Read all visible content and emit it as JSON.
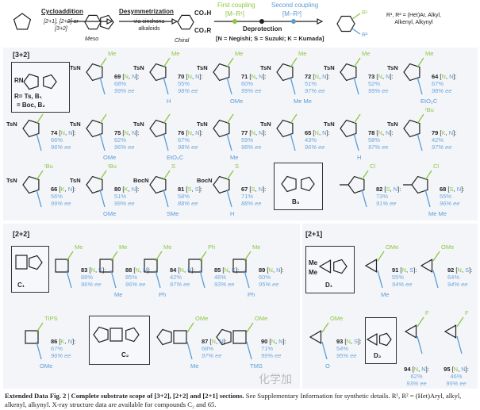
{
  "header": {
    "step1": "Cycloaddition",
    "step1_sub": "[2+1], [2+2] or [3+2]",
    "meso": "Meso",
    "step2": "Desymmetrization",
    "step2_sub": "via cinchona alkaloids",
    "chiral": "Chiral",
    "co2h": "CO₂H",
    "co2r": "CO₂R",
    "first": "First coupling",
    "first_m": "[M–R¹]",
    "second": "Second coupling",
    "second_m": "[M–R²]",
    "deprotection": "Deprotection",
    "legend": "[N = Negishi; S = Suzuki; K = Kumada]",
    "r1": "R¹",
    "r2": "R²",
    "r_def": "R¹, R² = (Het)Ar, Alkyl, Alkenyl, Alkynyl"
  },
  "sections": {
    "s32": "[3+2]",
    "s22": "[2+2]",
    "s21": "[2+1]"
  },
  "boxes": {
    "b12": {
      "ring": "RN",
      "line1": "R= Ts, B₁",
      "line2": "= Boc, B₂"
    },
    "b3": "B₃",
    "c1": "C₁",
    "c2": "C₂",
    "d1": "D₁",
    "d2": "D₂",
    "me": "Me"
  },
  "colors": {
    "first": "#8dc63f",
    "second": "#5b9bd5"
  },
  "compounds": [
    {
      "id": "69",
      "first": "N",
      "second": "N",
      "yield": "68%",
      "ee": "99% ee",
      "ring": "TsN",
      "r1": "Me",
      "r2": ""
    },
    {
      "id": "70",
      "first": "N",
      "second": "N",
      "yield": "55%",
      "ee": "98% ee",
      "ring": "TsN",
      "r1": "Me",
      "r2": "H"
    },
    {
      "id": "71",
      "first": "N",
      "second": "N",
      "yield": "60%",
      "ee": "99% ee",
      "ring": "TsN",
      "r1": "Me",
      "r2": "OMe"
    },
    {
      "id": "72",
      "first": "N",
      "second": "N",
      "yield": "51%",
      "ee": "97% ee",
      "ring": "TsN",
      "r1": "Me",
      "r2": "Me   Me"
    },
    {
      "id": "73",
      "first": "N",
      "second": "N",
      "yield": "52%",
      "ee": "99% ee",
      "ring": "TsN",
      "r1": "Me",
      "r2": ""
    },
    {
      "id": "64",
      "first": "N",
      "second": "N",
      "yield": "67%",
      "ee": "98% ee",
      "ring": "TsN",
      "r1": "Me",
      "r2": "EtO₂C"
    },
    {
      "id": "74",
      "first": "N",
      "second": "N",
      "yield": "66%",
      "ee": "96% ee",
      "ring": "TsN",
      "r1": "",
      "r2": ""
    },
    {
      "id": "75",
      "first": "N",
      "second": "N",
      "yield": "62%",
      "ee": "96% ee",
      "ring": "TsN",
      "r1": "",
      "r2": "OMe"
    },
    {
      "id": "76",
      "first": "N",
      "second": "N",
      "yield": "67%",
      "ee": "98% ee",
      "ring": "TsN",
      "r1": "",
      "r2": "EtO₂C"
    },
    {
      "id": "77",
      "first": "N",
      "second": "N",
      "yield": "59%",
      "ee": "98% ee",
      "ring": "TsN",
      "r1": "",
      "r2": "Me"
    },
    {
      "id": "65",
      "first": "N",
      "second": "N",
      "yield": "43%",
      "ee": "96% ee",
      "ring": "TsN",
      "r1": "",
      "r2": ""
    },
    {
      "id": "78",
      "first": "N",
      "second": "N",
      "yield": "58%",
      "ee": "97% ee",
      "ring": "TsN",
      "r1": "",
      "r2": "H"
    },
    {
      "id": "79",
      "first": "K",
      "second": "N",
      "yield": "42%",
      "ee": "97% ee",
      "ring": "TsN",
      "r1": "ᵗBu",
      "r2": ""
    },
    {
      "id": "66",
      "first": "K",
      "second": "N",
      "yield": "56%",
      "ee": "99% ee",
      "ring": "TsN",
      "r1": "ᵗBu",
      "r2": ""
    },
    {
      "id": "80",
      "first": "K",
      "second": "N",
      "yield": "51%",
      "ee": "99% ee",
      "ring": "TsN",
      "r1": "ᵗBu",
      "r2": "OMe"
    },
    {
      "id": "81",
      "first": "S",
      "second": "S",
      "yield": "58%",
      "ee": "88% ee",
      "ring": "BocN",
      "r1": "S",
      "r2": "SMe"
    },
    {
      "id": "67",
      "first": "S",
      "second": "N",
      "yield": "71%",
      "ee": "88% ee",
      "ring": "BocN",
      "r1": "S",
      "r2": "H"
    },
    {
      "id": "82",
      "first": "S",
      "second": "N",
      "yield": "73%",
      "ee": "91% ee",
      "ring": "",
      "r1": "Cl",
      "r2": ""
    },
    {
      "id": "68",
      "first": "S",
      "second": "N",
      "yield": "55%",
      "ee": "96% ee",
      "ring": "",
      "r1": "Cl",
      "r2": "Me   Me"
    },
    {
      "id": "83",
      "first": "N",
      "second": "K",
      "yield": "88%",
      "ee": "96% ee",
      "ring": "",
      "r1": "Me",
      "r2": ""
    },
    {
      "id": "88",
      "first": "N",
      "second": "N",
      "yield": "85%",
      "ee": "96% ee",
      "ring": "",
      "r1": "Me",
      "r2": "Me"
    },
    {
      "id": "84",
      "first": "N",
      "second": "N",
      "yield": "42%",
      "ee": "97% ee",
      "ring": "",
      "r1": "Me",
      "r2": "Ph"
    },
    {
      "id": "85",
      "first": "N",
      "second": "K",
      "yield": "46%",
      "ee": "93% ee",
      "ring": "",
      "r1": "Ph",
      "r2": ""
    },
    {
      "id": "89",
      "first": "N",
      "second": "N",
      "yield": "60%",
      "ee": "95% ee",
      "ring": "",
      "r1": "Me",
      "r2": "Ph"
    },
    {
      "id": "86",
      "first": "K",
      "second": "N",
      "yield": "67%",
      "ee": "96% ee",
      "ring": "",
      "r1": "TIPS",
      "r2": "OMe"
    },
    {
      "id": "87",
      "first": "N",
      "second": "N",
      "yield": "68%",
      "ee": "97% ee",
      "ring": "",
      "r1": "OMe",
      "r2": "Me"
    },
    {
      "id": "90",
      "first": "N",
      "second": "N",
      "yield": "71%",
      "ee": "99% ee",
      "ring": "",
      "r1": "OMe",
      "r2": "TMS"
    },
    {
      "id": "91",
      "first": "N",
      "second": "S",
      "yield": "55%",
      "ee": "94% ee",
      "ring": "",
      "r1": "OMe",
      "r2": "Me"
    },
    {
      "id": "92",
      "first": "N",
      "second": "S",
      "yield": "64%",
      "ee": "94% ee",
      "ring": "",
      "r1": "OMe",
      "r2": ""
    },
    {
      "id": "93",
      "first": "N",
      "second": "S",
      "yield": "54%",
      "ee": "95% ee",
      "ring": "",
      "r1": "OMe",
      "r2": "O"
    },
    {
      "id": "94",
      "first": "N",
      "second": "N",
      "yield": "62%",
      "ee": "93% ee",
      "ring": "",
      "r1": "F",
      "r2": ""
    },
    {
      "id": "95",
      "first": "N",
      "second": "N",
      "yield": "46%",
      "ee": "95% ee",
      "ring": "",
      "r1": "F",
      "r2": ""
    }
  ],
  "caption": {
    "bold": "Extended Data Fig. 2 | Complete substrate scope of [3+2], [2+2] and [2+1] sections.",
    "text": " See Supplementary Information for synthetic details. R¹, R² = (Het)Aryl, alkyl, alkenyl, alkynyl. X-ray structure data are available for compounds C₂ and 65."
  },
  "watermark": "化学加"
}
